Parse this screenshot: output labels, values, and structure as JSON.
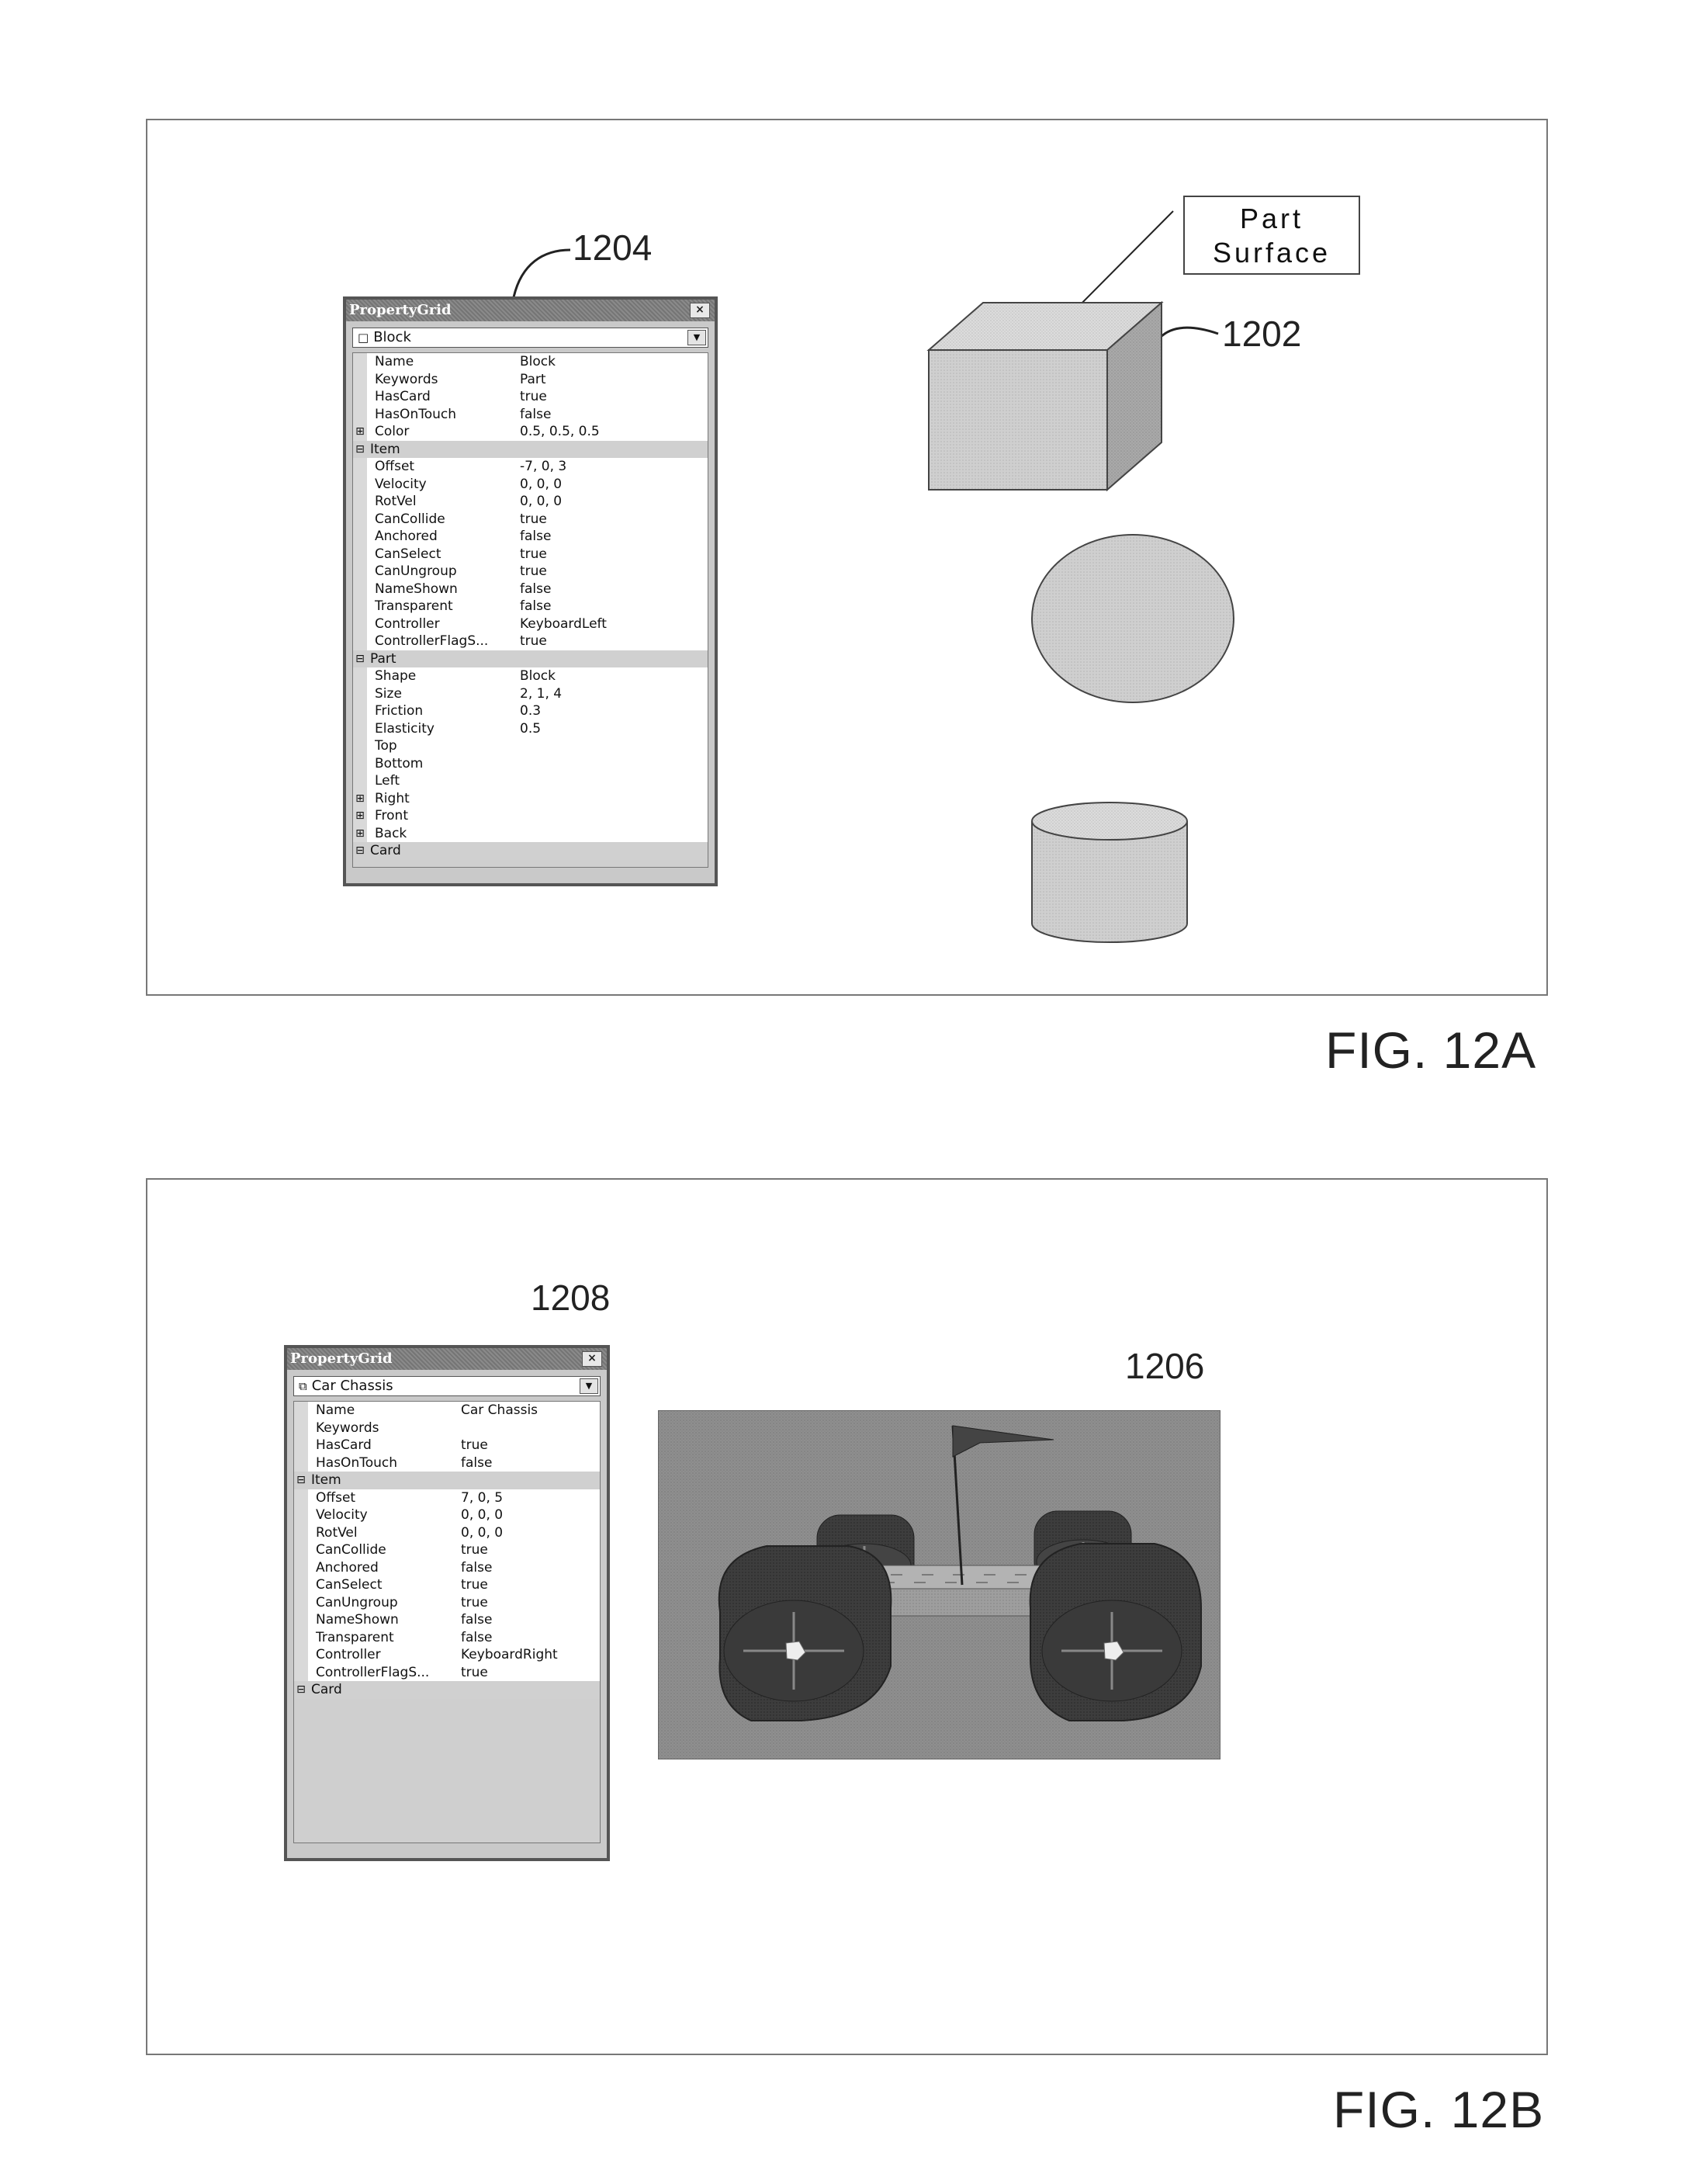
{
  "figA": {
    "caption": "FIG. 12A",
    "ref_grid": "1204",
    "ref_shape": "1202",
    "callout_line1": "Part",
    "callout_line2": "Surface",
    "grid": {
      "title": "PropertyGrid",
      "close": "×",
      "selector_icon": "□",
      "selector_value": "Block",
      "dropdown": "▼",
      "rows": [
        {
          "type": "prop",
          "name": "Name",
          "value": "Block"
        },
        {
          "type": "prop",
          "name": "Keywords",
          "value": "Part"
        },
        {
          "type": "prop",
          "name": "HasCard",
          "value": "true"
        },
        {
          "type": "prop",
          "name": "HasOnTouch",
          "value": "false"
        },
        {
          "type": "prop",
          "toggle": "⊞",
          "name": "Color",
          "value": "0.5, 0.5, 0.5"
        },
        {
          "type": "cat",
          "toggle": "⊟",
          "name": "Item"
        },
        {
          "type": "prop",
          "name": "Offset",
          "value": "-7, 0, 3"
        },
        {
          "type": "prop",
          "name": "Velocity",
          "value": "0, 0, 0"
        },
        {
          "type": "prop",
          "name": "RotVel",
          "value": "0, 0, 0"
        },
        {
          "type": "prop",
          "name": "CanCollide",
          "value": "true"
        },
        {
          "type": "prop",
          "name": "Anchored",
          "value": "false"
        },
        {
          "type": "prop",
          "name": "CanSelect",
          "value": "true"
        },
        {
          "type": "prop",
          "name": "CanUngroup",
          "value": "true"
        },
        {
          "type": "prop",
          "name": "NameShown",
          "value": "false"
        },
        {
          "type": "prop",
          "name": "Transparent",
          "value": "false"
        },
        {
          "type": "prop",
          "name": "Controller",
          "value": "KeyboardLeft"
        },
        {
          "type": "prop",
          "name": "ControllerFlagS...",
          "value": "true"
        },
        {
          "type": "cat",
          "toggle": "⊟",
          "name": "Part"
        },
        {
          "type": "prop",
          "name": "Shape",
          "value": "Block"
        },
        {
          "type": "prop",
          "name": "Size",
          "value": "2, 1, 4"
        },
        {
          "type": "prop",
          "name": "Friction",
          "value": "0.3"
        },
        {
          "type": "prop",
          "name": "Elasticity",
          "value": "0.5"
        },
        {
          "type": "prop",
          "name": "Top",
          "value": ""
        },
        {
          "type": "prop",
          "name": "Bottom",
          "value": ""
        },
        {
          "type": "prop",
          "name": "Left",
          "value": ""
        },
        {
          "type": "prop",
          "toggle": "⊞",
          "name": "Right",
          "value": ""
        },
        {
          "type": "prop",
          "toggle": "⊞",
          "name": "Front",
          "value": ""
        },
        {
          "type": "prop",
          "toggle": "⊞",
          "name": "Back",
          "value": ""
        },
        {
          "type": "cat",
          "toggle": "⊟",
          "name": "Card"
        }
      ]
    }
  },
  "figB": {
    "caption": "FIG. 12B",
    "ref_grid": "1208",
    "ref_scene": "1206",
    "grid": {
      "title": "PropertyGrid",
      "close": "×",
      "selector_icon": "⧉",
      "selector_value": "Car Chassis",
      "dropdown": "▼",
      "rows": [
        {
          "type": "prop",
          "name": "Name",
          "value": "Car Chassis"
        },
        {
          "type": "prop",
          "name": "Keywords",
          "value": ""
        },
        {
          "type": "prop",
          "name": "HasCard",
          "value": "true"
        },
        {
          "type": "prop",
          "name": "HasOnTouch",
          "value": "false"
        },
        {
          "type": "cat",
          "toggle": "⊟",
          "name": "Item"
        },
        {
          "type": "prop",
          "name": "Offset",
          "value": "7, 0, 5"
        },
        {
          "type": "prop",
          "name": "Velocity",
          "value": "0, 0, 0"
        },
        {
          "type": "prop",
          "name": "RotVel",
          "value": "0, 0, 0"
        },
        {
          "type": "prop",
          "name": "CanCollide",
          "value": "true"
        },
        {
          "type": "prop",
          "name": "Anchored",
          "value": "false"
        },
        {
          "type": "prop",
          "name": "CanSelect",
          "value": "true"
        },
        {
          "type": "prop",
          "name": "CanUngroup",
          "value": "true"
        },
        {
          "type": "prop",
          "name": "NameShown",
          "value": "false"
        },
        {
          "type": "prop",
          "name": "Transparent",
          "value": "false"
        },
        {
          "type": "prop",
          "name": "Controller",
          "value": "KeyboardRight"
        },
        {
          "type": "prop",
          "name": "ControllerFlagS...",
          "value": "true"
        },
        {
          "type": "cat",
          "toggle": "⊟",
          "name": "Card"
        }
      ]
    }
  }
}
